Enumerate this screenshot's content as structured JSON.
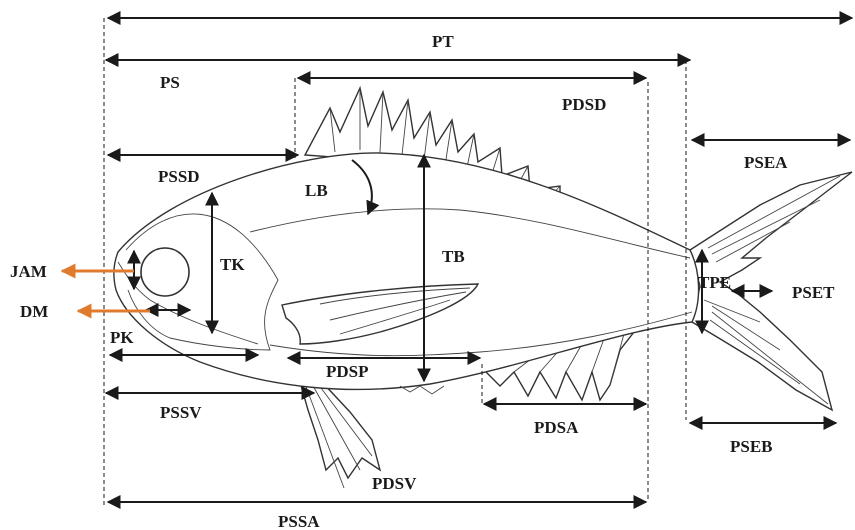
{
  "labels": {
    "pt": "PT",
    "ps": "PS",
    "pdsd": "PDSD",
    "psea": "PSEA",
    "pssd": "PSSD",
    "lb": "LB",
    "tk": "TK",
    "tb": "TB",
    "jam": "JAM",
    "dm": "DM",
    "tpe": "TPE",
    "pset": "PSET",
    "pk": "PK",
    "pdsp": "PDSP",
    "pssv": "PSSV",
    "pdsa": "PDSA",
    "pseb": "PSEB",
    "pdsv": "PDSV",
    "pssa": "PSSA"
  },
  "colors": {
    "line": "#1a1a1a",
    "accent": "#e07b2d"
  }
}
